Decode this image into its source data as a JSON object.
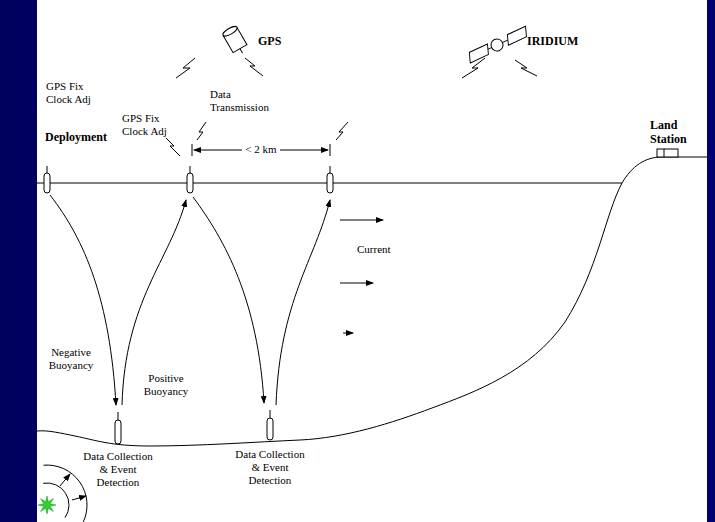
{
  "diagram": {
    "labels": [
      "GPS",
      "IRIDIUM",
      "GPS Fix Clock Adj",
      "Deployment",
      "GPS Fix Clock Adj",
      "Data Transmission",
      "< 2 km",
      "Land Station",
      "Current",
      "Negative Buoyancy",
      "Positive Buoyancy",
      "Data Collection & Event Detection",
      "Data Collection & Event Detection"
    ]
  }
}
